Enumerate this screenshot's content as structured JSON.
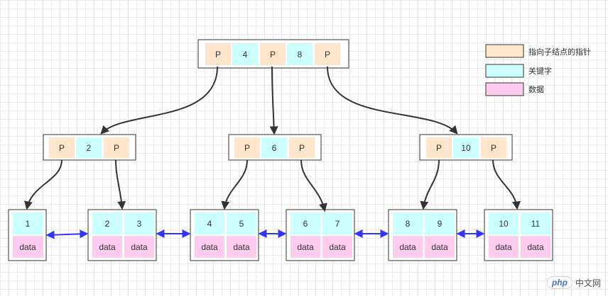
{
  "diagram": {
    "root": [
      "P",
      "4",
      "P",
      "8",
      "P"
    ],
    "internal": [
      [
        "P",
        "2",
        "P"
      ],
      [
        "P",
        "6",
        "P"
      ],
      [
        "P",
        "10",
        "P"
      ]
    ],
    "leaves": [
      {
        "keys": [
          "1"
        ],
        "data": [
          "data"
        ]
      },
      {
        "keys": [
          "2",
          "3"
        ],
        "data": [
          "data",
          "data"
        ]
      },
      {
        "keys": [
          "4",
          "5"
        ],
        "data": [
          "data",
          "data"
        ]
      },
      {
        "keys": [
          "6",
          "7"
        ],
        "data": [
          "data",
          "data"
        ]
      },
      {
        "keys": [
          "8",
          "9"
        ],
        "data": [
          "data",
          "data"
        ]
      },
      {
        "keys": [
          "10",
          "11"
        ],
        "data": [
          "data",
          "data"
        ]
      }
    ]
  },
  "legend": {
    "pointer": "指向子结点的指针",
    "key": "关键字",
    "data": "数据"
  },
  "colors": {
    "pointer": "#ffe5cc",
    "key": "#ccffff",
    "data": "#ffccee",
    "edge": "#333333",
    "leaf_link": "#3333ff"
  },
  "watermark": {
    "logo_text": "php",
    "site_text": "中文网"
  }
}
